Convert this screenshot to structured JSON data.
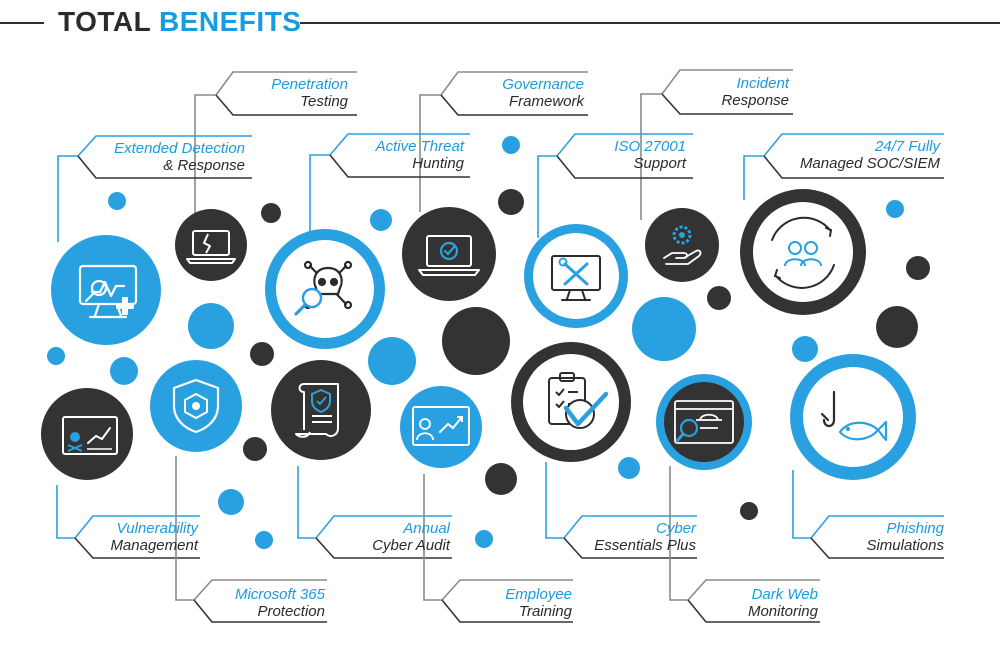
{
  "title": {
    "word1": "TOTAL",
    "word2": "BENEFITS"
  },
  "colors": {
    "blue": "#29a1e0",
    "dark": "#333333",
    "gray": "#8a8a8a",
    "label_blue": "#1a9be0",
    "label_dark": "#2b2b2b"
  },
  "services": [
    {
      "line1": "Penetration",
      "line2": "Testing",
      "icon": "laptop-broken-screen-icon"
    },
    {
      "line1": "Governance",
      "line2": "Framework",
      "icon": "laptop-checkmark-icon"
    },
    {
      "line1": "Incident",
      "line2": "Response",
      "icon": "gear-in-hand-icon"
    },
    {
      "line1": "Extended Detection",
      "line2": "& Response",
      "icon": "monitor-magnifier-plus-icon"
    },
    {
      "line1": "Active Threat",
      "line2": "Hunting",
      "icon": "skull-crossbones-magnifier-icon"
    },
    {
      "line1": "ISO 27001",
      "line2": "Support",
      "icon": "monitor-tools-icon"
    },
    {
      "line1": "24/7 Fully",
      "line2": "Managed SOC/SIEM",
      "icon": "team-rotation-icon"
    },
    {
      "line1": "Vulnerability",
      "line2": "Management",
      "icon": "screen-skull-chart-icon"
    },
    {
      "line1": "Annual",
      "line2": "Cyber Audit",
      "icon": "scroll-shield-icon"
    },
    {
      "line1": "Cyber",
      "line2": "Essentials Plus",
      "icon": "clipboard-checkmark-icon"
    },
    {
      "line1": "Phishing",
      "line2": "Simulations",
      "icon": "fish-hook-icon"
    },
    {
      "line1": "Microsoft 365",
      "line2": "Protection",
      "icon": "shield-logo-icon"
    },
    {
      "line1": "Employee",
      "line2": "Training",
      "icon": "presentation-board-icon"
    },
    {
      "line1": "Dark Web",
      "line2": "Monitoring",
      "icon": "browser-spy-icon"
    }
  ]
}
